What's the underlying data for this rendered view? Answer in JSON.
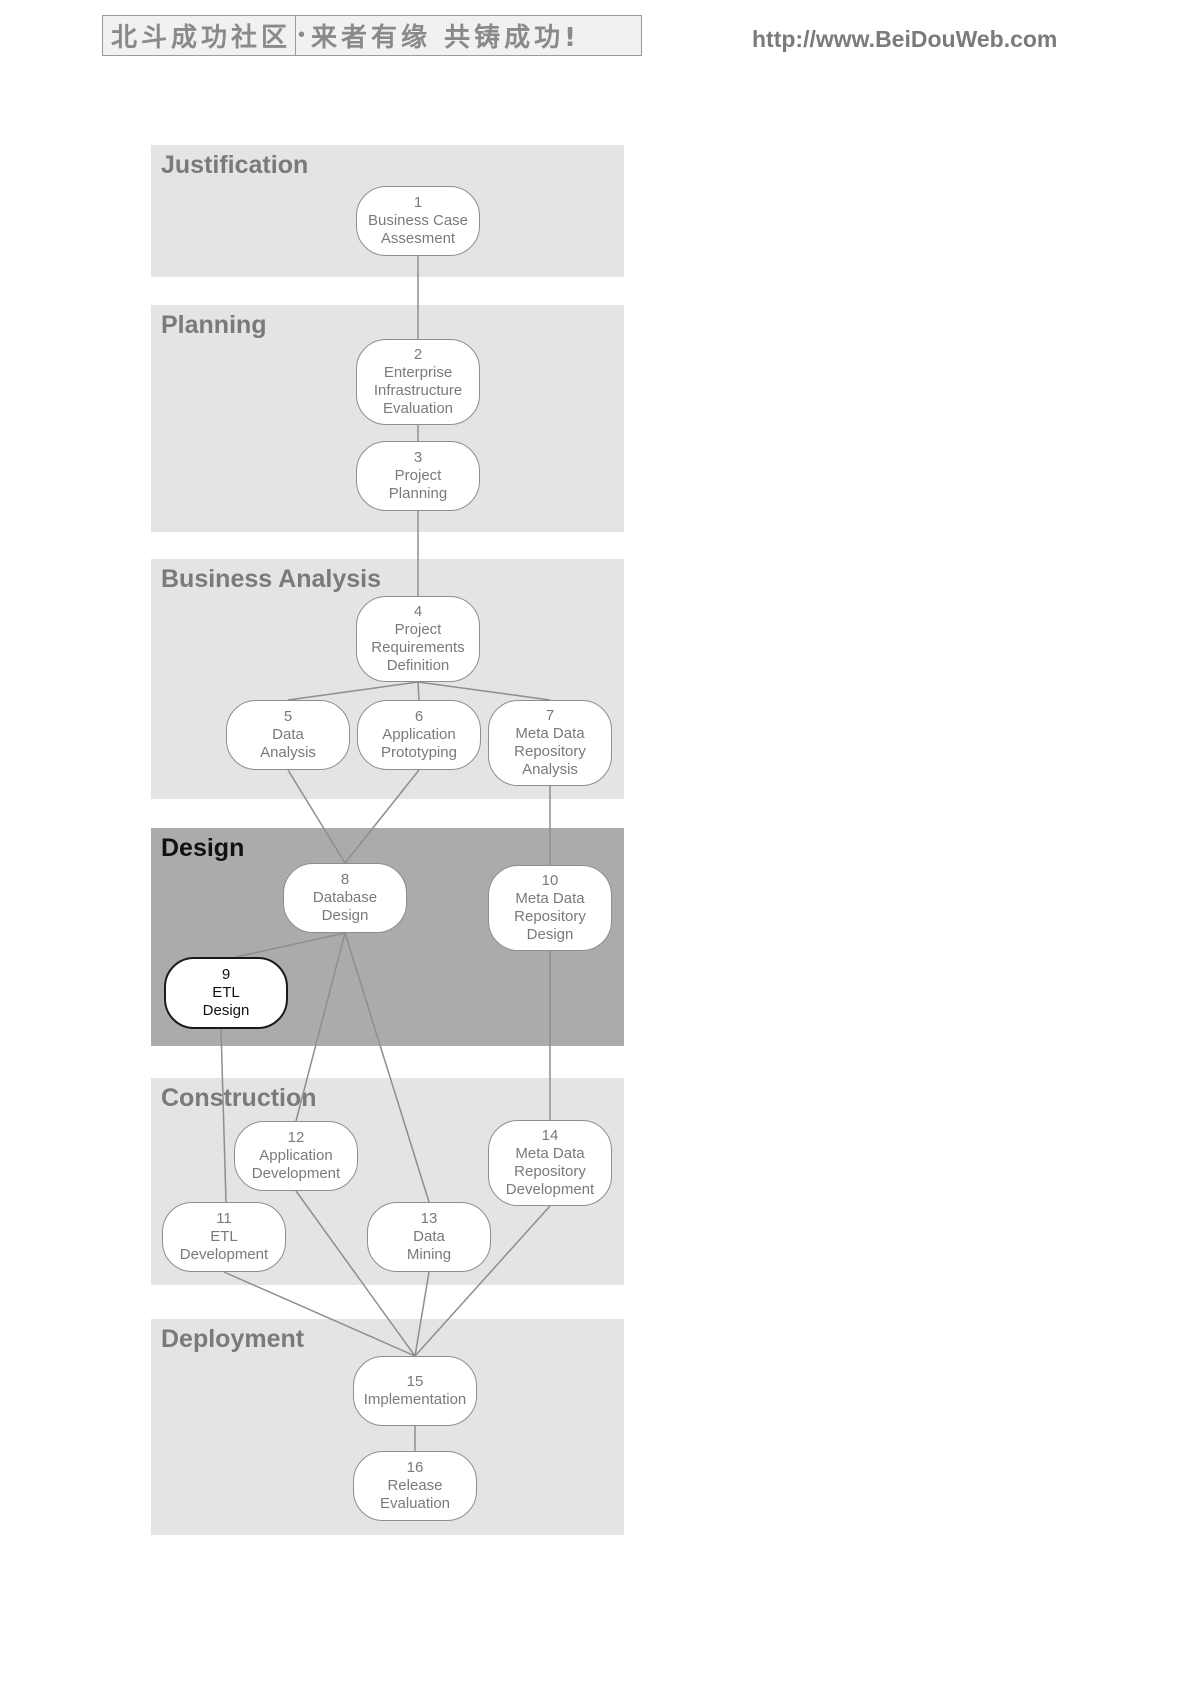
{
  "header": {
    "banner_left": "北斗成功社区",
    "banner_dot": "•",
    "banner_right": "来者有缘 共铸成功!",
    "url": "http://www.BeiDouWeb.com"
  },
  "colors": {
    "band": "#e4e4e4",
    "band_highlight": "#ababab",
    "node_border": "#8e8e8e",
    "highlight_border": "#1a1a1a",
    "connector": "#8e8e8e"
  },
  "phases": [
    {
      "id": "justification",
      "label": "Justification",
      "highlighted": false
    },
    {
      "id": "planning",
      "label": "Planning",
      "highlighted": false
    },
    {
      "id": "business-analysis",
      "label": "Business Analysis",
      "highlighted": false
    },
    {
      "id": "design",
      "label": "Design",
      "highlighted": true
    },
    {
      "id": "construction",
      "label": "Construction",
      "highlighted": false
    },
    {
      "id": "deployment",
      "label": "Deployment",
      "highlighted": false
    }
  ],
  "steps": [
    {
      "id": "1",
      "number": "1",
      "lines": [
        "Business Case",
        "Assesment"
      ],
      "highlighted": false
    },
    {
      "id": "2",
      "number": "2",
      "lines": [
        "Enterprise",
        "Infrastructure",
        "Evaluation"
      ],
      "highlighted": false
    },
    {
      "id": "3",
      "number": "3",
      "lines": [
        "Project",
        "Planning"
      ],
      "highlighted": false
    },
    {
      "id": "4",
      "number": "4",
      "lines": [
        "Project",
        "Requirements",
        "Definition"
      ],
      "highlighted": false
    },
    {
      "id": "5",
      "number": "5",
      "lines": [
        "Data",
        "Analysis"
      ],
      "highlighted": false
    },
    {
      "id": "6",
      "number": "6",
      "lines": [
        "Application",
        "Prototyping"
      ],
      "highlighted": false
    },
    {
      "id": "7",
      "number": "7",
      "lines": [
        "Meta Data",
        "Repository",
        "Analysis"
      ],
      "highlighted": false
    },
    {
      "id": "8",
      "number": "8",
      "lines": [
        "Database",
        "Design"
      ],
      "highlighted": false
    },
    {
      "id": "9",
      "number": "9",
      "lines": [
        "ETL",
        "Design"
      ],
      "highlighted": true
    },
    {
      "id": "10",
      "number": "10",
      "lines": [
        "Meta Data",
        "Repository",
        "Design"
      ],
      "highlighted": false
    },
    {
      "id": "11",
      "number": "11",
      "lines": [
        "ETL",
        "Development"
      ],
      "highlighted": false
    },
    {
      "id": "12",
      "number": "12",
      "lines": [
        "Application",
        "Development"
      ],
      "highlighted": false
    },
    {
      "id": "13",
      "number": "13",
      "lines": [
        "Data",
        "Mining"
      ],
      "highlighted": false
    },
    {
      "id": "14",
      "number": "14",
      "lines": [
        "Meta Data",
        "Repository",
        "Development"
      ],
      "highlighted": false
    },
    {
      "id": "15",
      "number": "15",
      "lines": [
        "Implementation"
      ],
      "highlighted": false
    },
    {
      "id": "16",
      "number": "16",
      "lines": [
        "Release",
        "Evaluation"
      ],
      "highlighted": false
    }
  ],
  "connections": [
    [
      "1",
      "2"
    ],
    [
      "2",
      "3"
    ],
    [
      "3",
      "4"
    ],
    [
      "4",
      "5"
    ],
    [
      "4",
      "6"
    ],
    [
      "4",
      "7"
    ],
    [
      "5",
      "8"
    ],
    [
      "6",
      "8"
    ],
    [
      "7",
      "10"
    ],
    [
      "8",
      "9"
    ],
    [
      "8",
      "12"
    ],
    [
      "8",
      "13"
    ],
    [
      "9",
      "11"
    ],
    [
      "10",
      "14"
    ],
    [
      "11",
      "15"
    ],
    [
      "12",
      "15"
    ],
    [
      "13",
      "15"
    ],
    [
      "14",
      "15"
    ],
    [
      "15",
      "16"
    ]
  ]
}
